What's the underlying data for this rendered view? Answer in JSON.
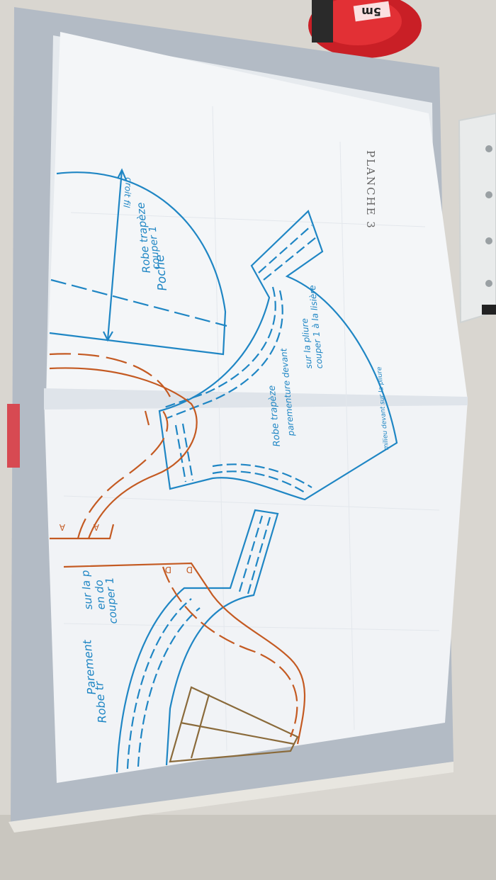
{
  "planche": "PLANCHE 3",
  "tape_label": "5m",
  "notes": {
    "poche_title": "Poche",
    "poche_cut": "couper 1",
    "poche_sub": "Robe trapèze",
    "droit_fil": "droit fil",
    "couper_1_lisiere": "couper 1 à la lisière",
    "sur_la_pliure": "sur la pliure",
    "parementure_devant": "parementure devant",
    "robe_trapeze": "Robe trapèze",
    "milieu_devant": "milieu devant sur la pliure",
    "robe_tr_left": "Robe tr",
    "parement_left": "Parement",
    "couper_1_left": "couper 1",
    "en_do_left": "en do",
    "sur_la_left": "sur la p",
    "mark_a1": "A",
    "mark_a2": "A",
    "mark_d1": "D",
    "mark_d2": "D"
  },
  "colors": {
    "blue_ink": "#1f86c4",
    "orange_ink": "#c45a22",
    "paper": "#f4f6f8",
    "folder": "#b3bbc5",
    "table": "#d9d6d0",
    "tape_red": "#d8242a"
  }
}
